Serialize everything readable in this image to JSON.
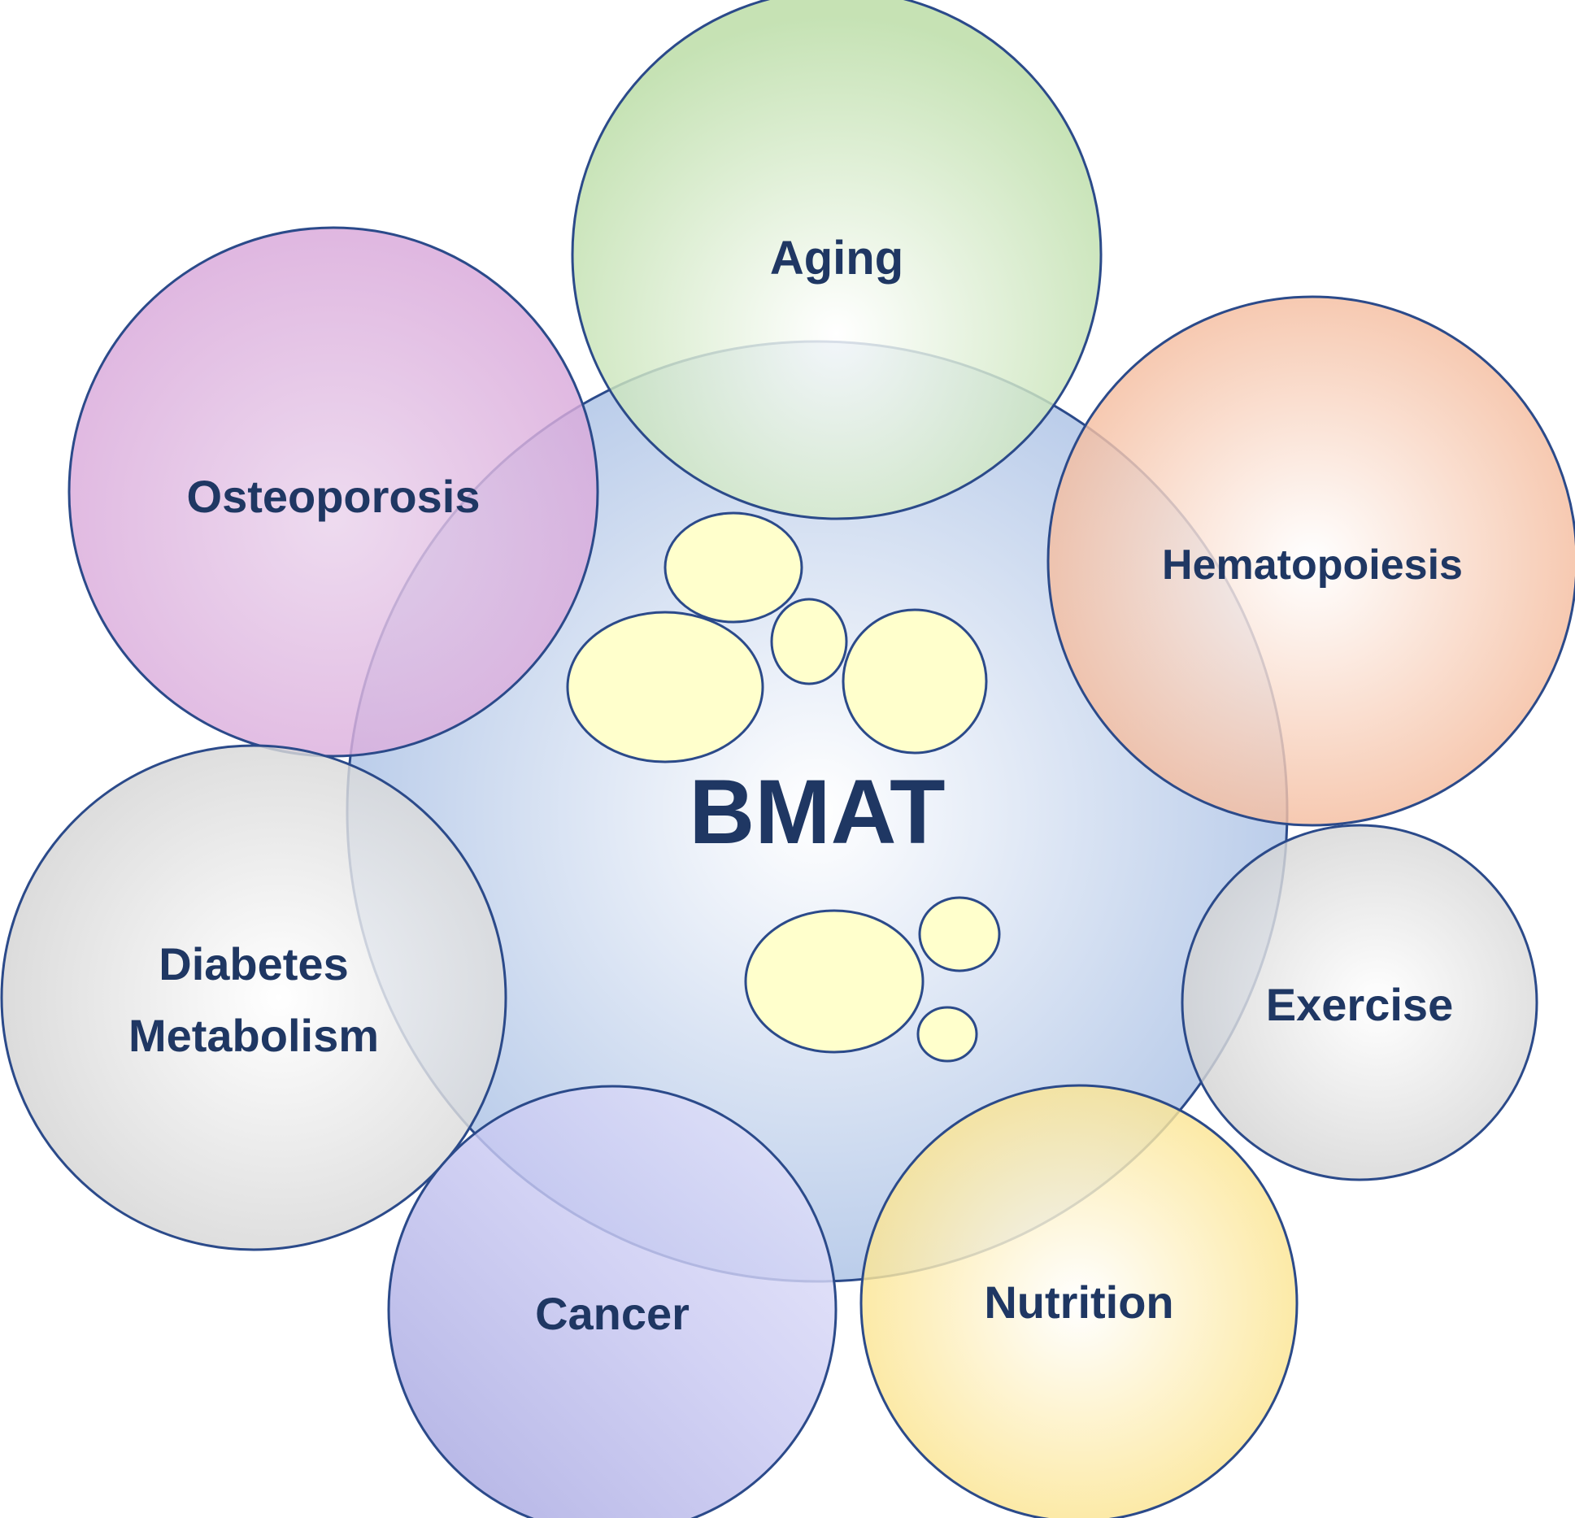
{
  "center": {
    "label": "BMAT"
  },
  "topics": [
    {
      "id": "aging",
      "lines": [
        "Aging"
      ]
    },
    {
      "id": "osteoporosis",
      "lines": [
        "Osteoporosis"
      ]
    },
    {
      "id": "hematopoiesis",
      "lines": [
        "Hematopoiesis"
      ]
    },
    {
      "id": "diabetes-metabolism",
      "lines": [
        "Diabetes",
        "Metabolism"
      ]
    },
    {
      "id": "exercise",
      "lines": [
        "Exercise"
      ]
    },
    {
      "id": "cancer",
      "lines": [
        "Cancer"
      ]
    },
    {
      "id": "nutrition",
      "lines": [
        "Nutrition"
      ]
    }
  ],
  "colors": {
    "center": "#b4c8e8",
    "aging": "#b9dca4",
    "osteoporosis": "#d7a3d8",
    "hematopoiesis": "#f3b391",
    "diabetes_metabolism": "#d4d4d4",
    "exercise": "#d2d2d2",
    "cancer": "#a8a8e2",
    "nutrition": "#fbe07e",
    "fat_cell": "#ffffcc",
    "outline": "#2b4a8a",
    "text": "#1f3763"
  }
}
